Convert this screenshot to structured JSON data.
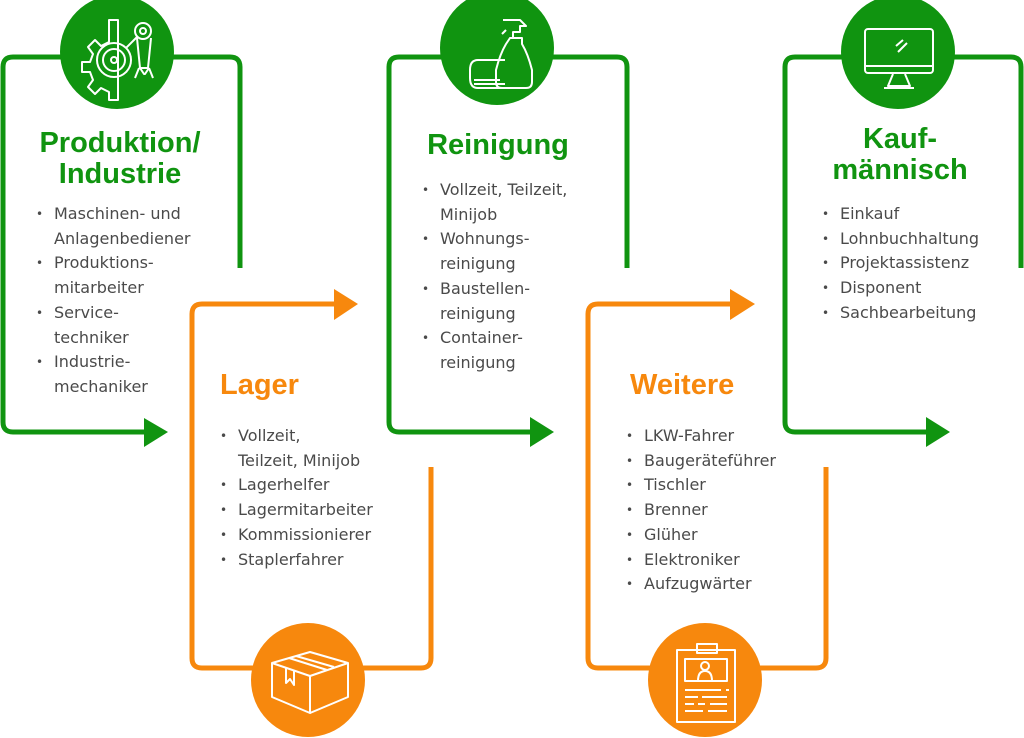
{
  "colors": {
    "green": "#109410",
    "orange": "#f7880d",
    "text": "#4a4a4a"
  },
  "flow": [
    {
      "id": "produktion",
      "title": "Produktion/\nIndustrie",
      "color": "green",
      "icon": "gear-robot-arm-icon",
      "items": [
        "Maschinen- und\nAnlagenbediener",
        "Produktions-\nmitarbeiter",
        "Service-\ntechniker",
        "Industrie-\nmechaniker"
      ]
    },
    {
      "id": "lager",
      "title": "Lager",
      "color": "orange",
      "icon": "package-box-icon",
      "items": [
        "Vollzeit,\nTeilzeit, Minijob",
        "Lagerhelfer",
        "Lagermitarbeiter",
        "Kommissionierer",
        "Staplerfahrer"
      ]
    },
    {
      "id": "reinigung",
      "title": "Reinigung",
      "color": "green",
      "icon": "spray-bottle-cloth-icon",
      "items": [
        "Vollzeit, Teilzeit,\nMinijob",
        "Wohnungs-\nreinigung",
        "Baustellen-\nreinigung",
        "Container-\nreinigung"
      ]
    },
    {
      "id": "weitere",
      "title": "Weitere",
      "color": "orange",
      "icon": "id-badge-icon",
      "items": [
        "LKW-Fahrer",
        "Baugeräteführer",
        "Tischler",
        "Brenner",
        "Glüher",
        "Elektroniker",
        "Aufzugwärter"
      ]
    },
    {
      "id": "kaufmaennisch",
      "title": "Kauf-\nmännisch",
      "color": "green",
      "icon": "computer-monitor-icon",
      "items": [
        "Einkauf",
        "Lohnbuchhaltung",
        "Projektassistenz",
        "Disponent",
        "Sachbearbeitung"
      ]
    }
  ]
}
